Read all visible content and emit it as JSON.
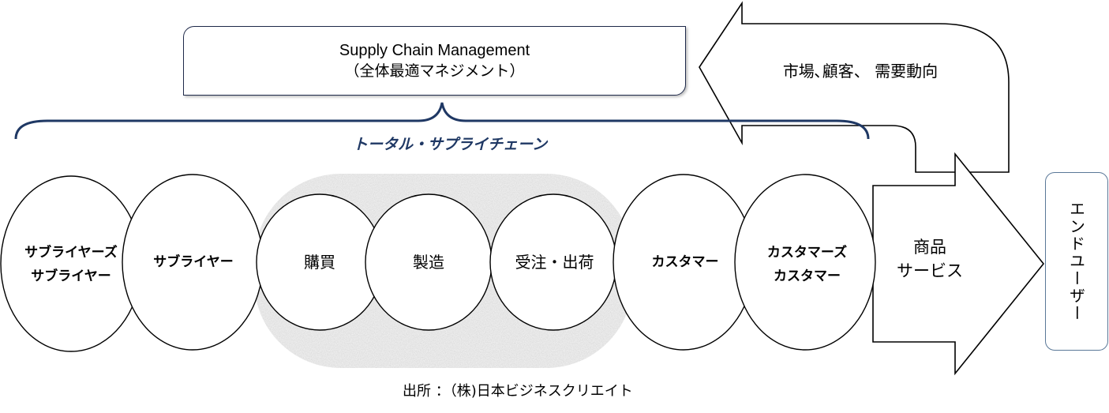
{
  "scm": {
    "title": "Supply Chain Management",
    "subtitle": "（全体最適マネジメント）"
  },
  "total_supply_chain_label": "トータル・サプライチェーン",
  "market_label": "市場､顧客、 需要動向",
  "nodes": [
    {
      "line1": "サブライヤーズ",
      "line2": "サブライヤー",
      "bold": true
    },
    {
      "line1": "サブライヤー",
      "line2": "",
      "bold": true
    },
    {
      "line1": "購買",
      "line2": "",
      "bold": false
    },
    {
      "line1": "製造",
      "line2": "",
      "bold": false
    },
    {
      "line1": "受注・出荷",
      "line2": "",
      "bold": false
    },
    {
      "line1": "カスタマー",
      "line2": "",
      "bold": true
    },
    {
      "line1": "カスタマーズ",
      "line2": "カスタマー",
      "bold": true
    }
  ],
  "product": {
    "line1": "商品",
    "line2": "サービス"
  },
  "end_user_label": "エンドユーザー",
  "source": "出所 ：（株)日本ビジネスクリエイト",
  "colors": {
    "brace": "#1f3864",
    "label_accent": "#1f3864",
    "box_border": "#1f2a4a",
    "end_user_border": "#5a7898",
    "texture": "#d9d9d9"
  }
}
